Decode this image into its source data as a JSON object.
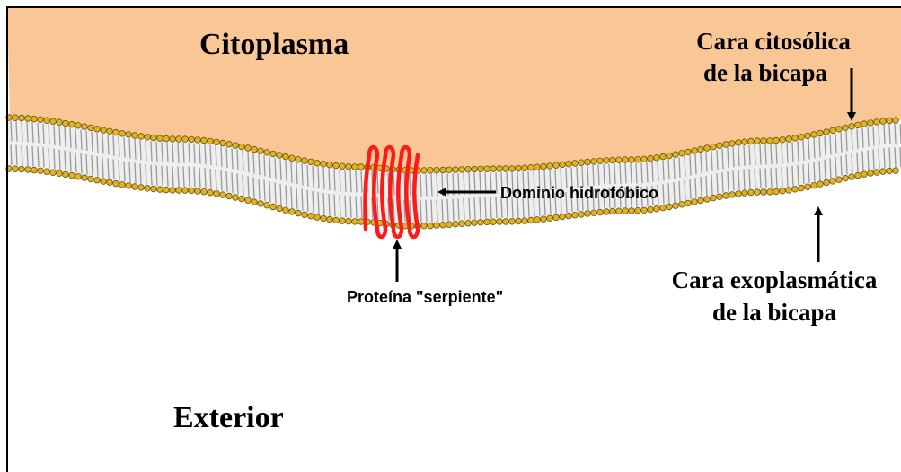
{
  "labels": {
    "cytoplasm": "Citoplasma",
    "exterior": "Exterior",
    "cytosolic_face_line1": "Cara citosólica",
    "cytosolic_face_line2": "de la bicapa",
    "exoplasmic_face_line1": "Cara exoplasmática",
    "exoplasmic_face_line2": "de la bicapa",
    "hydrophobic_domain": "Dominio hidrofóbico",
    "serpentine_protein": "Proteína \"serpiente\""
  },
  "colors": {
    "cytoplasm": "#f9c796",
    "exterior": "#ffffff",
    "lipid_head": "#e1b322",
    "lipid_head_outline": "#6b5410",
    "lipid_tail": "#9a9a9a",
    "bilayer_core": "#eeeeee",
    "protein": "#ff1a1a",
    "arrow": "#000000",
    "frame": "#000000"
  }
}
